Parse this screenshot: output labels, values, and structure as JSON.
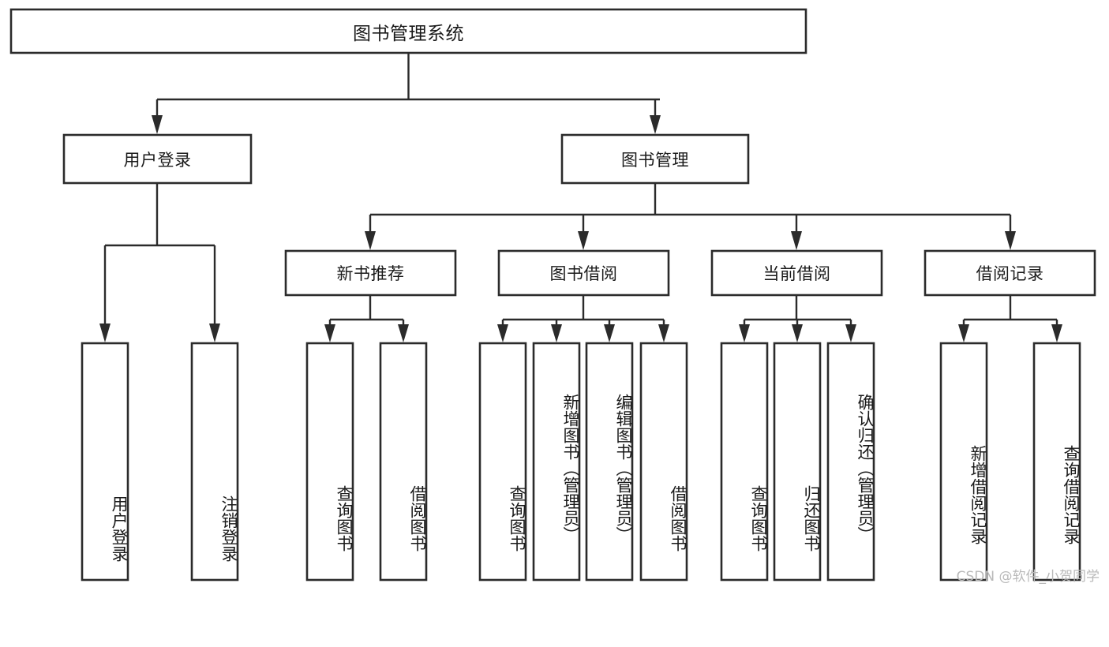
{
  "diagram": {
    "type": "tree",
    "title": "图书管理系统",
    "watermark": "CSDN @软件_小贺同学",
    "colors": {
      "background": "#ffffff",
      "stroke": "#2b2b2b",
      "text": "#1a1a1a",
      "watermark": "#b9b9b9"
    },
    "root": {
      "label": "图书管理系统"
    },
    "level1": [
      {
        "label": "用户登录"
      },
      {
        "label": "图书管理"
      }
    ],
    "level2": [
      {
        "label": "新书推荐"
      },
      {
        "label": "图书借阅"
      },
      {
        "label": "当前借阅"
      },
      {
        "label": "借阅记录"
      }
    ],
    "leaves": {
      "user_login": [
        {
          "label": "用户登录"
        },
        {
          "label": "注销登录"
        }
      ],
      "new_book_recommend": [
        {
          "label": "查询图书"
        },
        {
          "label": "借阅图书"
        }
      ],
      "book_borrow": [
        {
          "label": "查询图书"
        },
        {
          "label": "新增图书（管理员）"
        },
        {
          "label": "编辑图书（管理员）"
        },
        {
          "label": "借阅图书"
        }
      ],
      "current_borrow": [
        {
          "label": "查询图书"
        },
        {
          "label": "归还图书"
        },
        {
          "label": "确认归还（管理员）"
        }
      ],
      "borrow_record": [
        {
          "label": "新增借阅记录"
        },
        {
          "label": "查询借阅记录"
        }
      ]
    }
  }
}
